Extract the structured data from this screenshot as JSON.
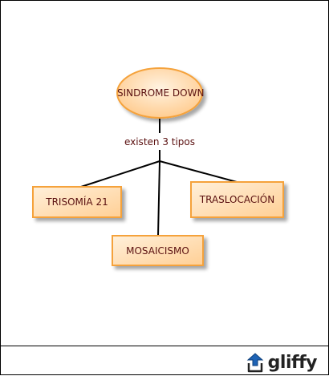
{
  "diagram": {
    "root": {
      "label": "SINDROME DOWN"
    },
    "connector_label": "existen 3 tipos",
    "children": [
      {
        "label": "TRISOMÍA 21"
      },
      {
        "label": "MOSAICISMO"
      },
      {
        "label": "TRASLOCACIÓN"
      }
    ]
  },
  "branding": {
    "logo_text": "gliffy"
  },
  "colors": {
    "node_fill_light": "#fff1dc",
    "node_fill_dark": "#ffc98a",
    "node_stroke": "#f5a23a",
    "text": "#5a1010",
    "line": "#000000"
  }
}
